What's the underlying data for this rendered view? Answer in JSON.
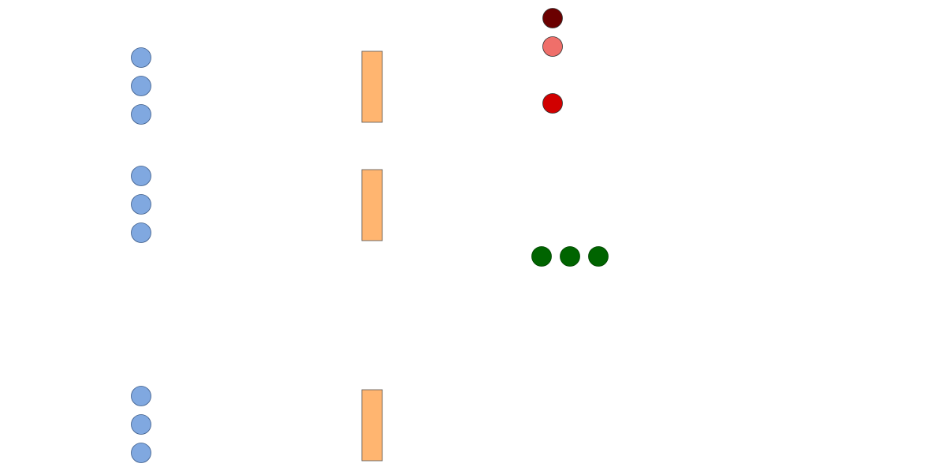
{
  "colors": {
    "background": "#ffffff",
    "input_node": "#80a8e0",
    "input_node_stroke": "#3a5a88",
    "block": "#ffb570",
    "block_stroke": "#555555",
    "output_dark_red": "#6b0000",
    "output_salmon": "#ef6f6a",
    "output_red": "#d10000",
    "output_stroke": "#333333",
    "green_node": "#006400",
    "green_node_stroke": "#004400"
  },
  "groups": {
    "input_columns": [
      {
        "name": "input-group-1",
        "node_count": 3
      },
      {
        "name": "input-group-2",
        "node_count": 3
      },
      {
        "name": "input-group-3",
        "node_count": 3
      }
    ],
    "blocks": [
      {
        "name": "block-1"
      },
      {
        "name": "block-2"
      },
      {
        "name": "block-3"
      }
    ],
    "output_nodes": [
      {
        "name": "output-node-dark-red",
        "color_key": "output_dark_red"
      },
      {
        "name": "output-node-salmon",
        "color_key": "output_salmon"
      },
      {
        "name": "output-node-red",
        "color_key": "output_red"
      }
    ],
    "green_nodes": [
      {
        "name": "green-node-1"
      },
      {
        "name": "green-node-2"
      },
      {
        "name": "green-node-3"
      }
    ]
  }
}
